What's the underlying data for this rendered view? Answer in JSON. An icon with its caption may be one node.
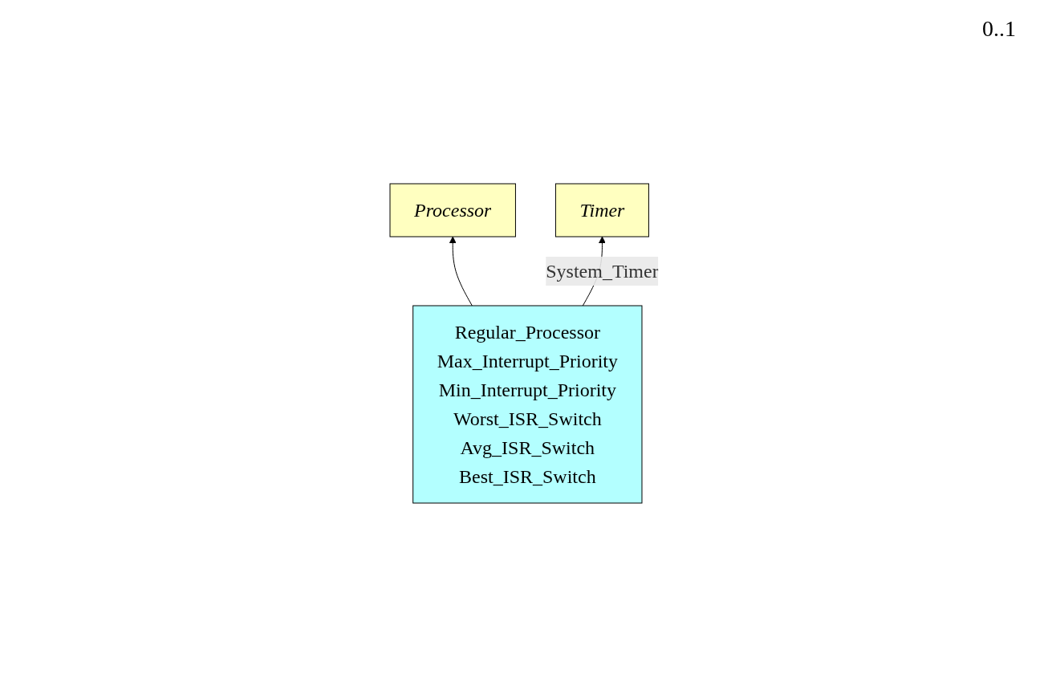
{
  "diagram": {
    "nodes": [
      {
        "text": [
          "Processor"
        ]
      },
      {
        "text": [
          "Regular_Processor",
          "Max_Interrupt_Priority",
          "Min_Interrupt_Priority",
          "Worst_ISR_Switch",
          "Avg_ISR_Switch",
          "Best_ISR_Switch"
        ]
      },
      {
        "text": [
          "Timer"
        ]
      }
    ],
    "edges": [
      {
        "from": 1,
        "to": 0,
        "arrow": "to"
      },
      {
        "from": 1,
        "to": 2,
        "arrow": "to",
        "label": "System_Timer"
      }
    ],
    "labels": [
      "0..1"
    ]
  }
}
